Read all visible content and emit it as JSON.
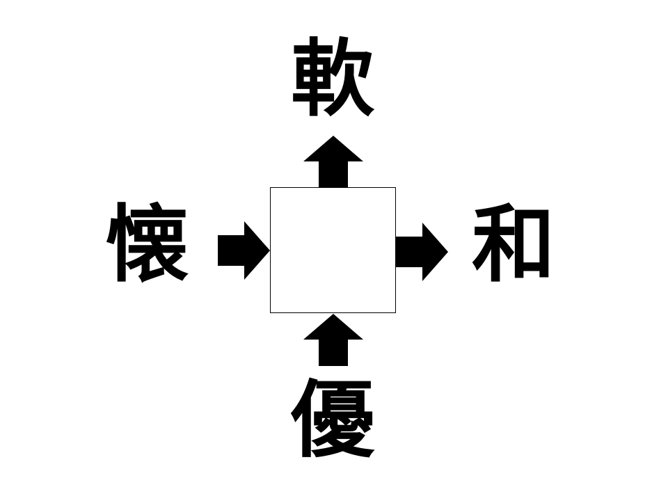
{
  "puzzle": {
    "top": "軟",
    "left": "懐",
    "right": "和",
    "bottom": "優",
    "answer": ""
  },
  "colors": {
    "ink": "#000000",
    "background": "#ffffff"
  },
  "icons": {
    "up": "arrow-up-icon",
    "right": "arrow-right-icon"
  }
}
